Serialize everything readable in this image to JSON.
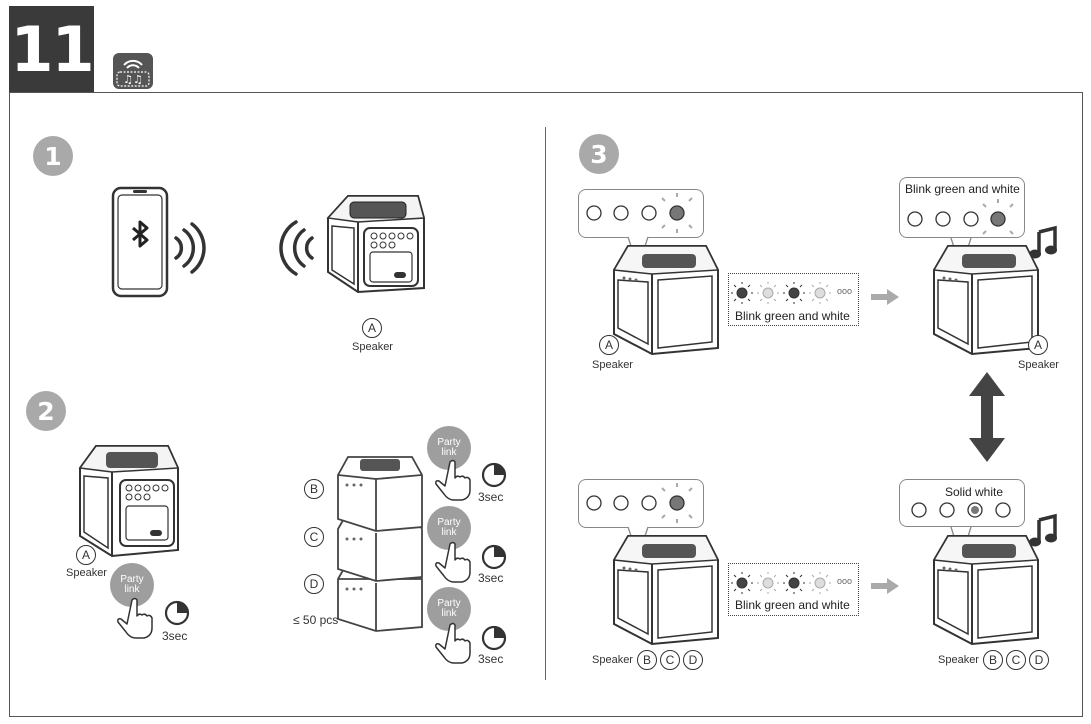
{
  "page": {
    "number": "11",
    "icon": "party-link-music-icon"
  },
  "step1": {
    "number": "1",
    "speaker_letter": "A",
    "speaker_label": "Speaker"
  },
  "step2": {
    "number": "2",
    "speaker_letter": "A",
    "speaker_label": "Speaker",
    "party_label_line1": "Party",
    "party_label_line2": "link",
    "hold_time": "3sec",
    "stack_letters": [
      "B",
      "C",
      "D"
    ],
    "max_pcs": "≤ 50 pcs"
  },
  "step3": {
    "number": "3",
    "blink_text": "Blink green and white",
    "solid_text": "Solid white",
    "speaker_label": "Speaker",
    "letters_a": "A",
    "letters_bcd": [
      "B",
      "C",
      "D"
    ],
    "blink_sequence_text": "Blink green and white",
    "ellipsis": "ooo"
  }
}
